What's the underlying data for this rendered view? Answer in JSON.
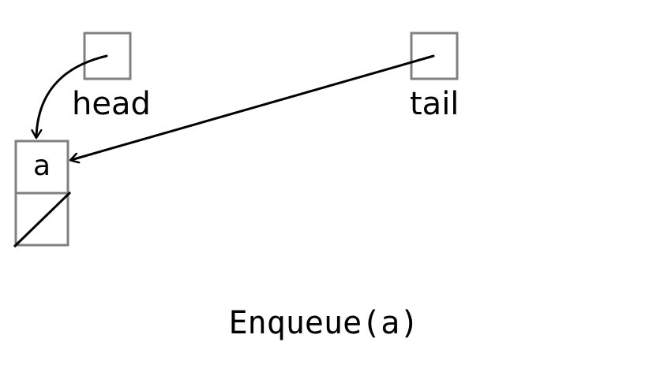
{
  "diagram": {
    "pointers": {
      "head": "head",
      "tail": "tail"
    },
    "node": {
      "value": "a",
      "next": null
    },
    "caption": "Enqueue(a)"
  }
}
